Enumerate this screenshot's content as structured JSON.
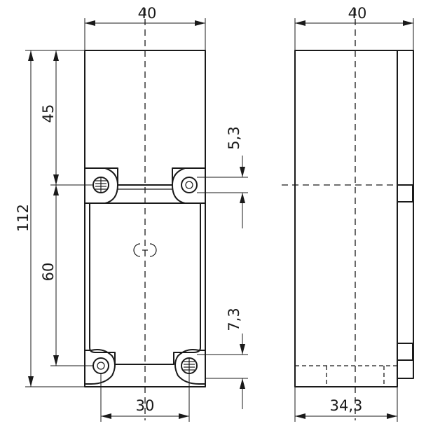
{
  "dimensions": {
    "front_width": "40",
    "side_width": "40",
    "upper_height": "45",
    "total_height": "112",
    "hole_spacing_vertical": "60",
    "hole_spacing_horizontal": "30",
    "upper_hole_offset": "5,3",
    "lower_hole_offset": "7,3",
    "side_depth": "34,3"
  }
}
